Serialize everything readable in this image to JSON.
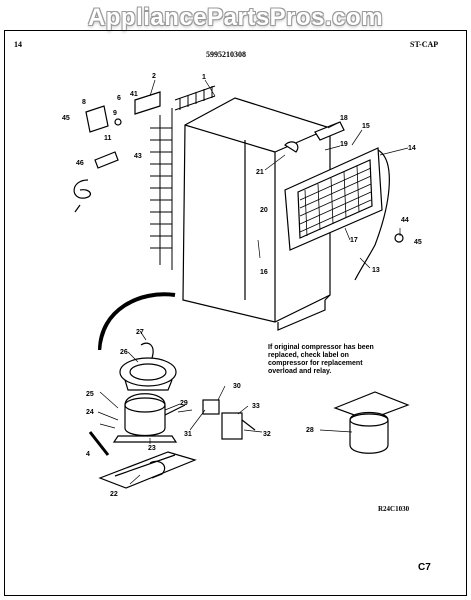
{
  "watermark": "AppliancePartsPros.com",
  "header": {
    "left": "14",
    "center": "5995210308",
    "right": "ST-CAP"
  },
  "note": "If original compressor has been replaced, check label on compressor for replacement overload and relay.",
  "ref_code": "R24C1030",
  "page_code": "C7",
  "callouts": [
    "1",
    "2",
    "4",
    "6",
    "8",
    "9",
    "11",
    "13",
    "14",
    "15",
    "16",
    "17",
    "18",
    "19",
    "20",
    "21",
    "22",
    "23",
    "24",
    "25",
    "26",
    "27",
    "28",
    "29",
    "30",
    "31",
    "32",
    "33",
    "41",
    "43",
    "44",
    "45",
    "45",
    "46"
  ]
}
